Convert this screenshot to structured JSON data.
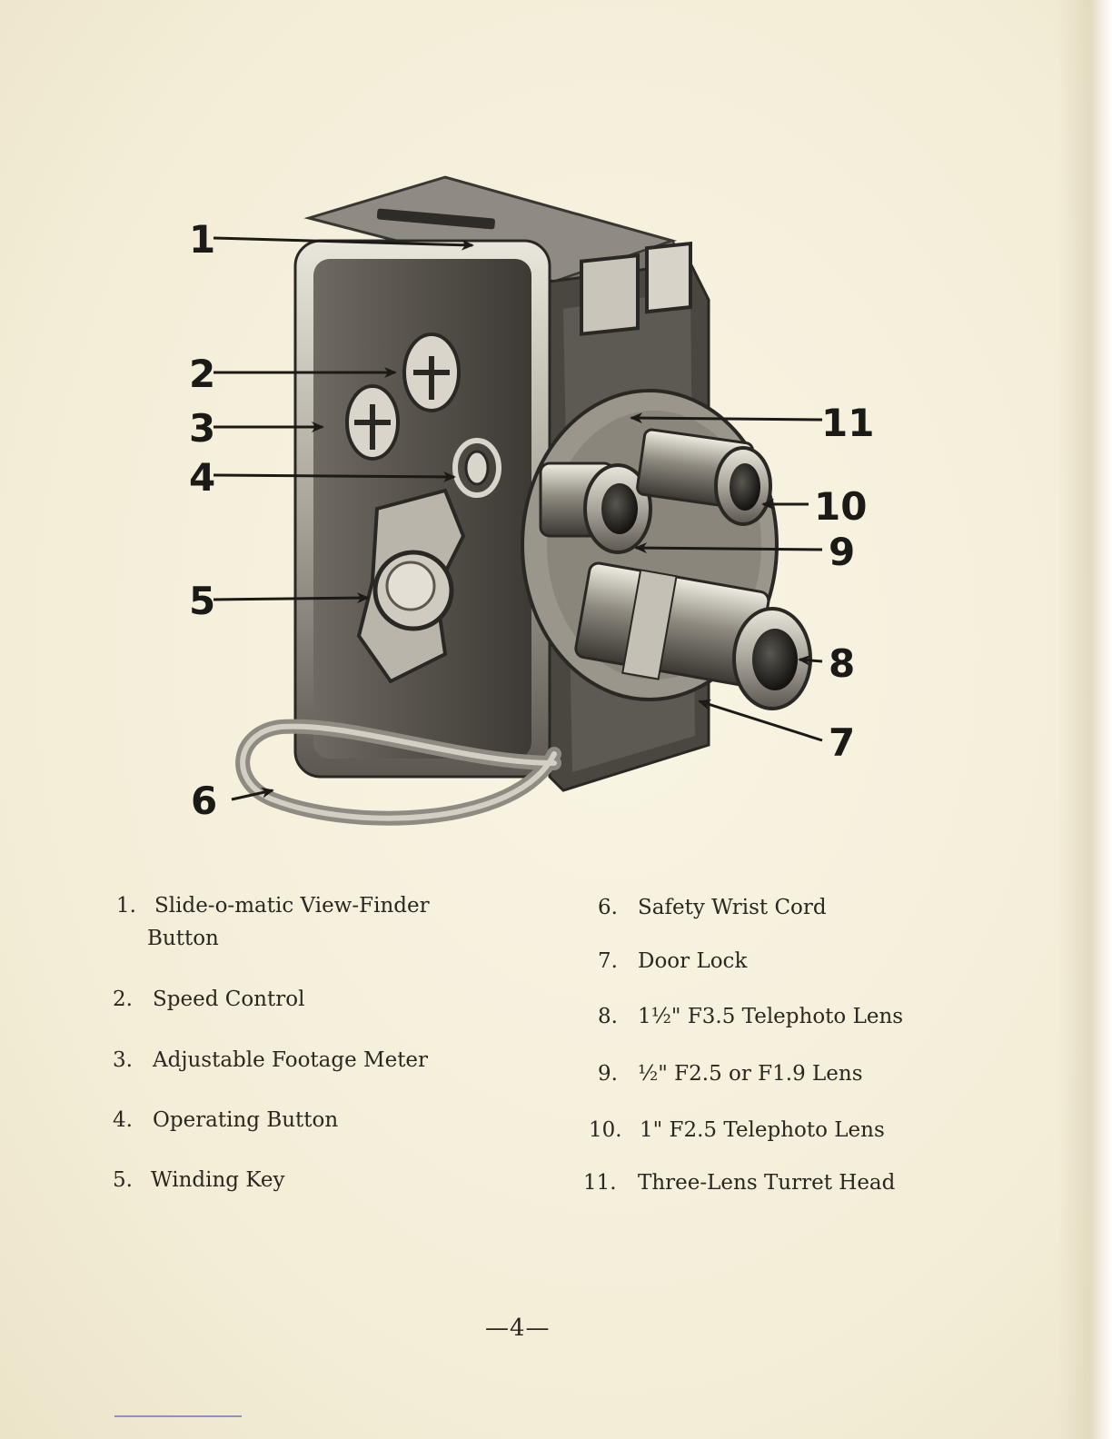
{
  "figure": {
    "callouts": [
      "1",
      "2",
      "3",
      "4",
      "5",
      "6",
      "7",
      "8",
      "9",
      "10",
      "11"
    ]
  },
  "captions_left": [
    {
      "num": "1.",
      "text": "Slide-o-matic View-Finder",
      "cont": "Button"
    },
    {
      "num": "2.",
      "text": "Speed Control"
    },
    {
      "num": "3.",
      "text": "Adjustable Footage Meter"
    },
    {
      "num": "4.",
      "text": "Operating Button"
    },
    {
      "num": "5.",
      "text": "Winding Key"
    }
  ],
  "captions_right": [
    {
      "num": "6.",
      "text": "Safety Wrist Cord"
    },
    {
      "num": "7.",
      "text": "Door Lock"
    },
    {
      "num": "8.",
      "text": "1½\" F3.5 Telephoto Lens"
    },
    {
      "num": "9.",
      "text": "½\" F2.5 or F1.9 Lens"
    },
    {
      "num": "10.",
      "text": "1\" F2.5 Telephoto Lens"
    },
    {
      "num": "11.",
      "text": "Three-Lens Turret Head"
    }
  ],
  "page_number": "—4—"
}
